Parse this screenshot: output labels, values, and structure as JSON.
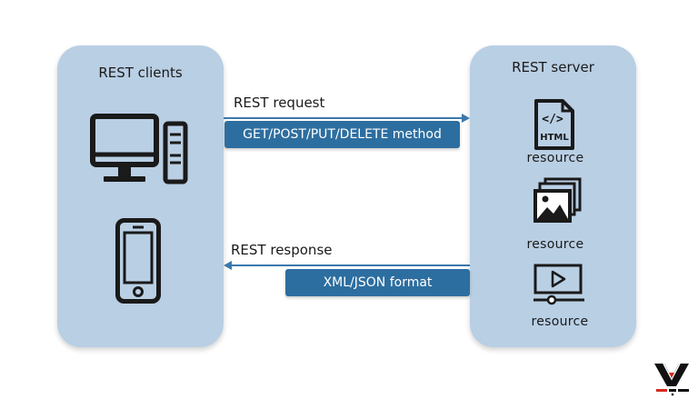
{
  "clients": {
    "title": "REST clients",
    "icons": [
      "desktop-computer-icon",
      "smartphone-icon"
    ]
  },
  "server": {
    "title": "REST server",
    "resources": [
      {
        "icon": "html-file-icon",
        "label": "resource"
      },
      {
        "icon": "image-gallery-icon",
        "label": "resource"
      },
      {
        "icon": "video-player-icon",
        "label": "resource"
      }
    ]
  },
  "request": {
    "label": "REST request",
    "method": "GET/POST/PUT/DELETE method"
  },
  "response": {
    "label": "REST response",
    "format": "XML/JSON format"
  },
  "html_icon_text": "HTML",
  "html_code_glyph": "</>",
  "colors": {
    "panel": "#b9cfe4",
    "pill": "#2d6ea0",
    "arrow": "#3a78ad",
    "icon": "#1a1a1a",
    "logo_dark": "#111111",
    "logo_red": "#d62a20"
  }
}
